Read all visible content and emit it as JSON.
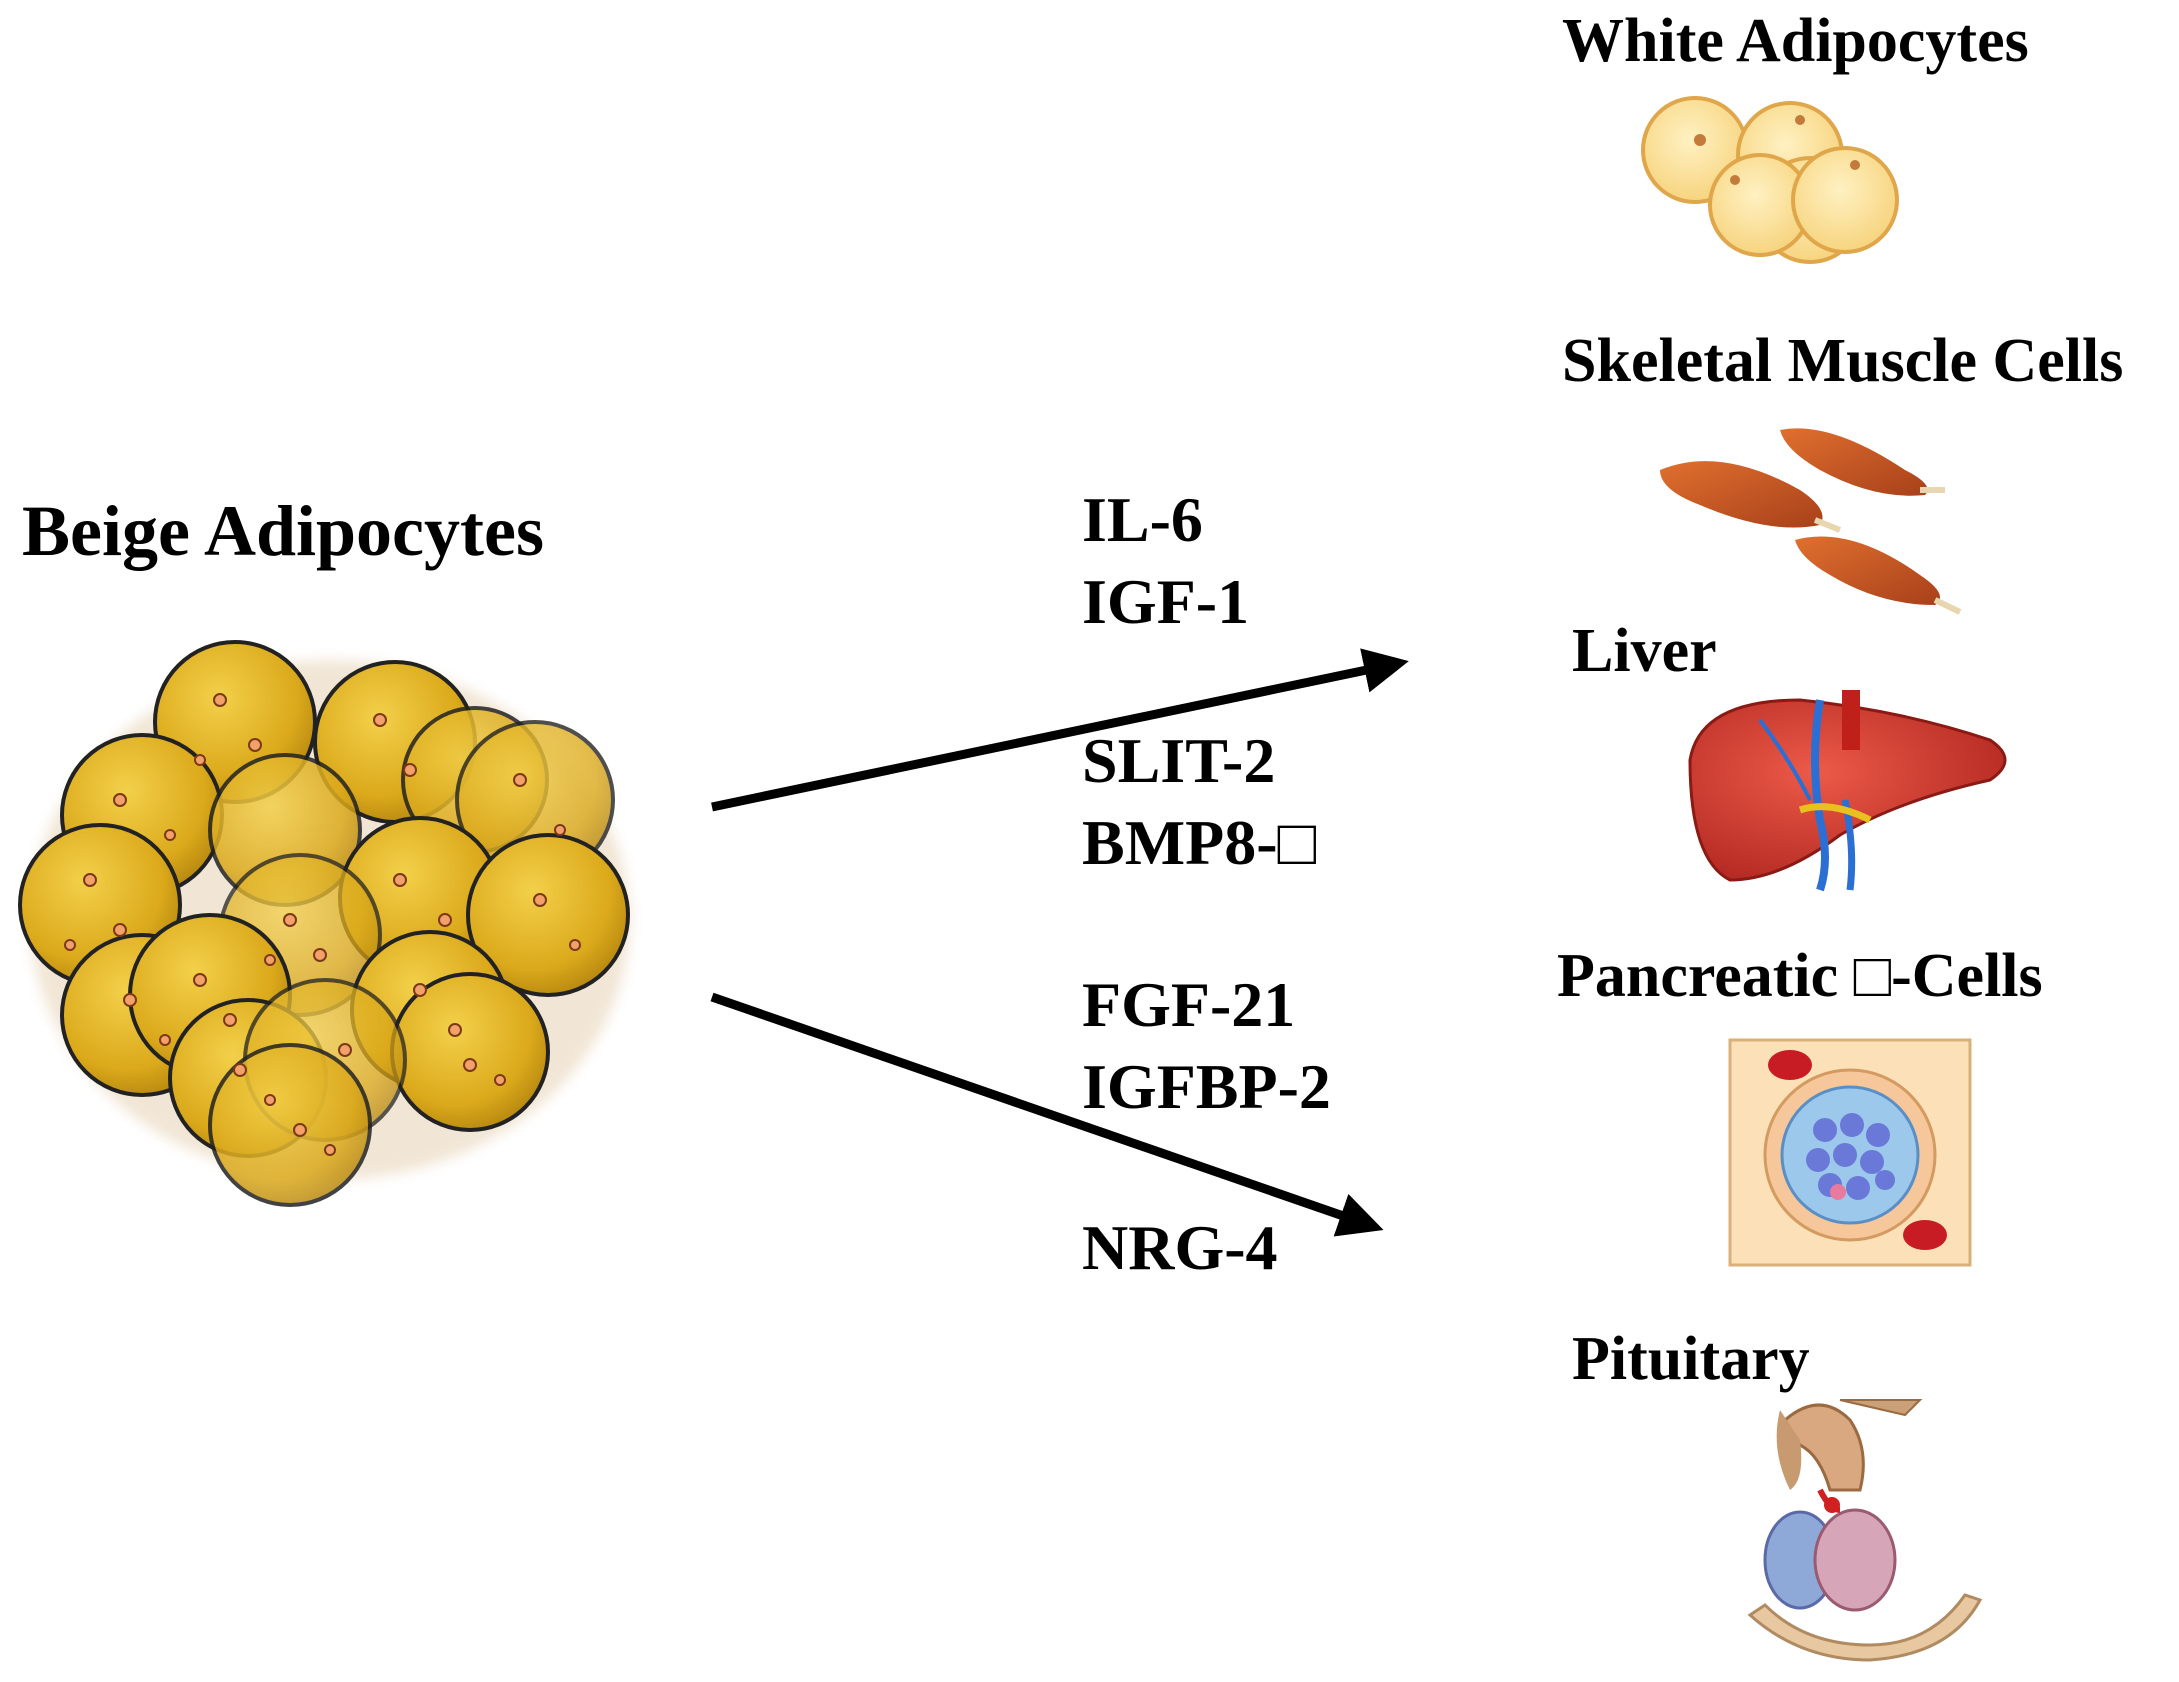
{
  "source": {
    "title": "Beige Adipocytes"
  },
  "factors": [
    "IL-6",
    "IGF-1",
    "SLIT-2",
    "BMP8-□",
    "FGF-21",
    "IGFBP-2",
    "NRG-4"
  ],
  "targets": [
    {
      "label": "White Adipocytes",
      "icon": "white-adipocytes-icon"
    },
    {
      "label": "Skeletal Muscle Cells",
      "icon": "muscle-cells-icon"
    },
    {
      "label": "Liver",
      "icon": "liver-icon"
    },
    {
      "label": "Pancreatic □-Cells",
      "icon": "pancreatic-islet-icon"
    },
    {
      "label": "Pituitary",
      "icon": "pituitary-icon"
    }
  ],
  "colors": {
    "beige_cell": "#e3b21c",
    "beige_dot": "#f08a3a",
    "white_cell": "#fde6a4",
    "muscle": "#c8501e",
    "liver": "#d2352c",
    "arrow": "#000000"
  }
}
